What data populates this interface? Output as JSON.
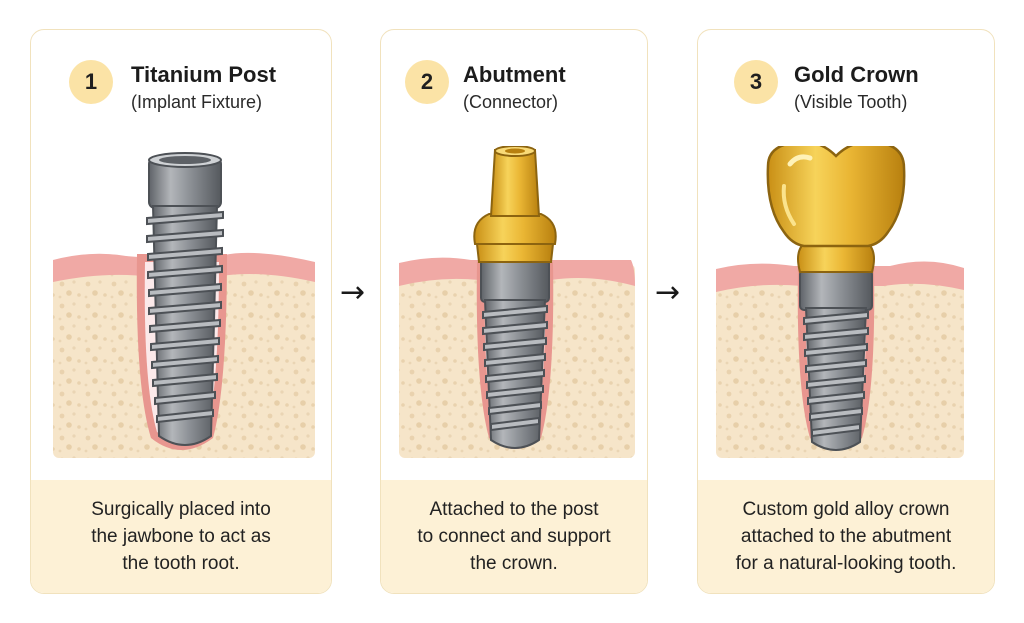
{
  "steps": [
    {
      "number": "1",
      "title": "Titanium Post",
      "subtitle": "(Implant Fixture)",
      "caption": [
        "Surgically placed into",
        "the jawbone to act as",
        "the tooth root."
      ]
    },
    {
      "number": "2",
      "title": "Abutment",
      "subtitle": "(Connector)",
      "caption": [
        "Attached to the post",
        "to connect and support",
        "the crown."
      ]
    },
    {
      "number": "3",
      "title": "Gold Crown",
      "subtitle": "(Visible Tooth)",
      "caption": [
        "Custom gold alloy crown",
        "attached to the abutment",
        "for a natural-looking tooth."
      ]
    }
  ],
  "arrow_glyph": "→",
  "icons": [
    "titanium-post-icon",
    "abutment-icon",
    "gold-crown-icon",
    "right-arrow-icon"
  ],
  "colors": {
    "panel_border": "#f1e2bd",
    "caption_bg": "#fdf1d6",
    "badge_bg": "#fbe3a6",
    "bone": "#f6e5c9",
    "gum": "#f0a9a5",
    "titanium": "#8a8e93",
    "gold": "#e9b732"
  }
}
